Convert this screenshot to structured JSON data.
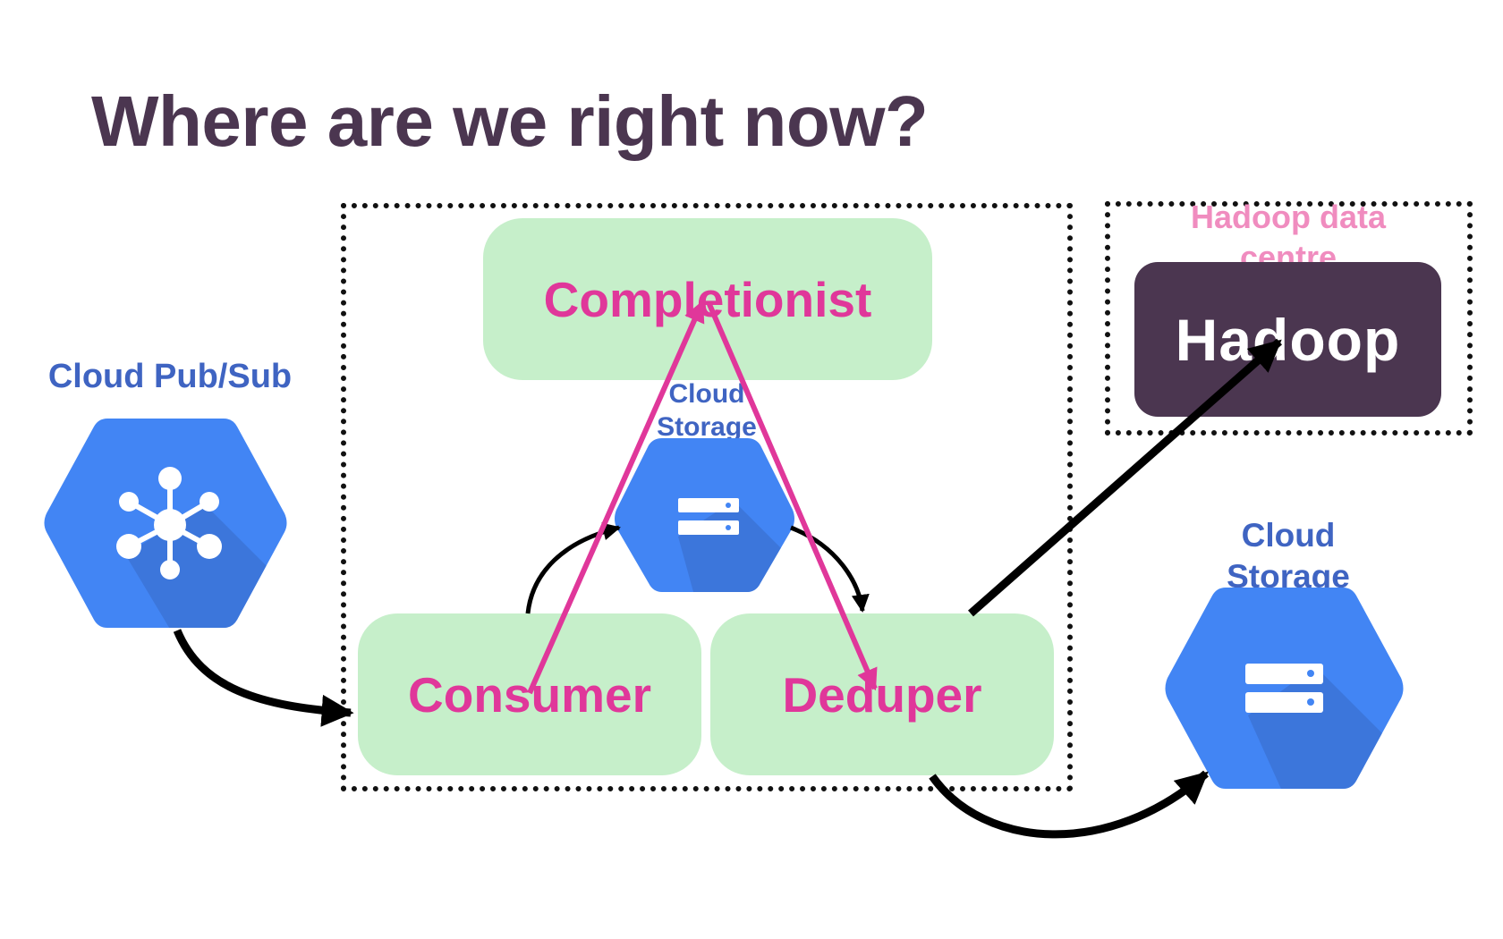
{
  "title": "Where are we right now?",
  "icons": {
    "pubsub": {
      "label": "Cloud Pub/Sub",
      "icon": "pubsub-icon"
    },
    "storage_center": {
      "label_line1": "Cloud",
      "label_line2": "Storage",
      "icon": "storage-icon"
    },
    "storage_right": {
      "label_line1": "Cloud",
      "label_line2": "Storage",
      "icon": "storage-icon"
    }
  },
  "nodes": {
    "completionist": "Completionist",
    "consumer": "Consumer",
    "deduper": "Deduper"
  },
  "hadoop": {
    "label": "Hadoop",
    "datacentre_line1": "Hadoop data",
    "datacentre_line2": "centre"
  },
  "colors": {
    "title": "#4b3650",
    "node_fill": "#c6efca",
    "node_text": "#e0379a",
    "service_label": "#3f64c2",
    "hex_blue": "#4285f4",
    "hex_shadow": "#3a6fd0",
    "hadoop_fill": "#4b3650",
    "datacentre_text": "#f08cbf",
    "arrow_black": "#000000",
    "arrow_pink": "#e0379a"
  }
}
